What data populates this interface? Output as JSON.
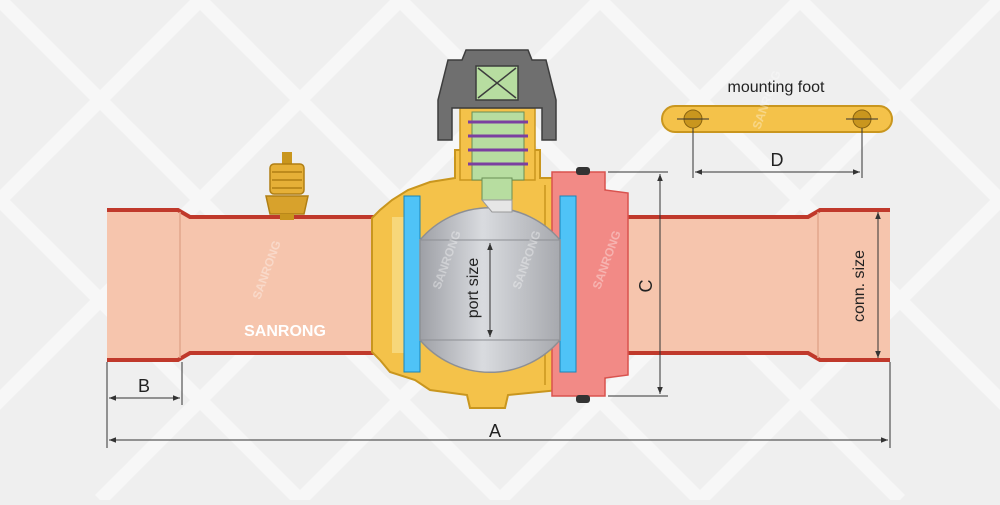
{
  "labels": {
    "mounting_foot": "mounting foot",
    "dim_a": "A",
    "dim_b": "B",
    "dim_c": "C",
    "dim_d": "D",
    "port_size": "port size",
    "conn_size": "conn. size",
    "brand": "SANRONG"
  },
  "watermark": "SANRONG",
  "colors": {
    "background": "#efefef",
    "pipe_fill": "#f6c5ad",
    "pipe_edge": "#c0392b",
    "brass": "#f4c24a",
    "brass_dark": "#c9961e",
    "ball": "#c9cbd0",
    "seal_blue": "#4fc3f7",
    "seal_red": "#f28a86",
    "stem_green": "#b7dda0",
    "cap_grey": "#6f6f6f",
    "dimension_line": "#333333"
  }
}
